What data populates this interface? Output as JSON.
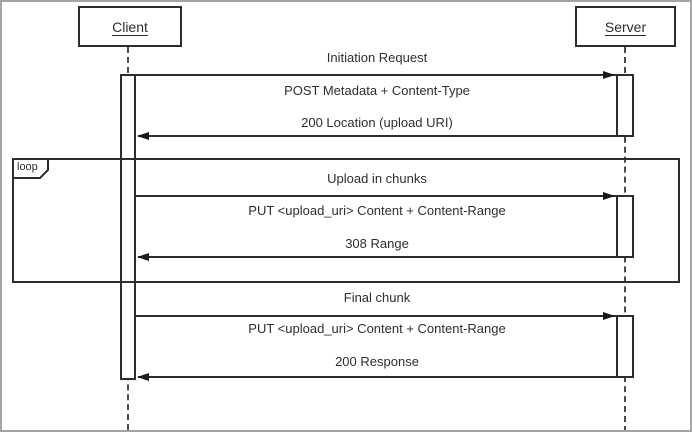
{
  "diagram": {
    "type": "uml-sequence",
    "participants": [
      {
        "id": "client",
        "label": "Client"
      },
      {
        "id": "server",
        "label": "Server"
      }
    ],
    "loop": {
      "operator_label": "loop"
    },
    "sections": [
      {
        "title": "Initiation Request",
        "request": "POST Metadata + Content-Type",
        "response": "200 Location (upload URI)",
        "request_from": "Client",
        "request_to": "Server",
        "in_loop": false
      },
      {
        "title": "Upload in chunks",
        "request": "PUT <upload_uri> Content + Content-Range",
        "response": "308 Range",
        "request_from": "Client",
        "request_to": "Server",
        "in_loop": true
      },
      {
        "title": "Final chunk",
        "request": "PUT <upload_uri> Content + Content-Range",
        "response": "200 Response",
        "request_from": "Client",
        "request_to": "Server",
        "in_loop": false
      }
    ],
    "colors": {
      "line": "#2d2d2d",
      "text": "#2e2e2e",
      "arrowhead": "#1a1a1a",
      "background": "#ffffff",
      "outer_border": "#a4a4a4"
    }
  }
}
